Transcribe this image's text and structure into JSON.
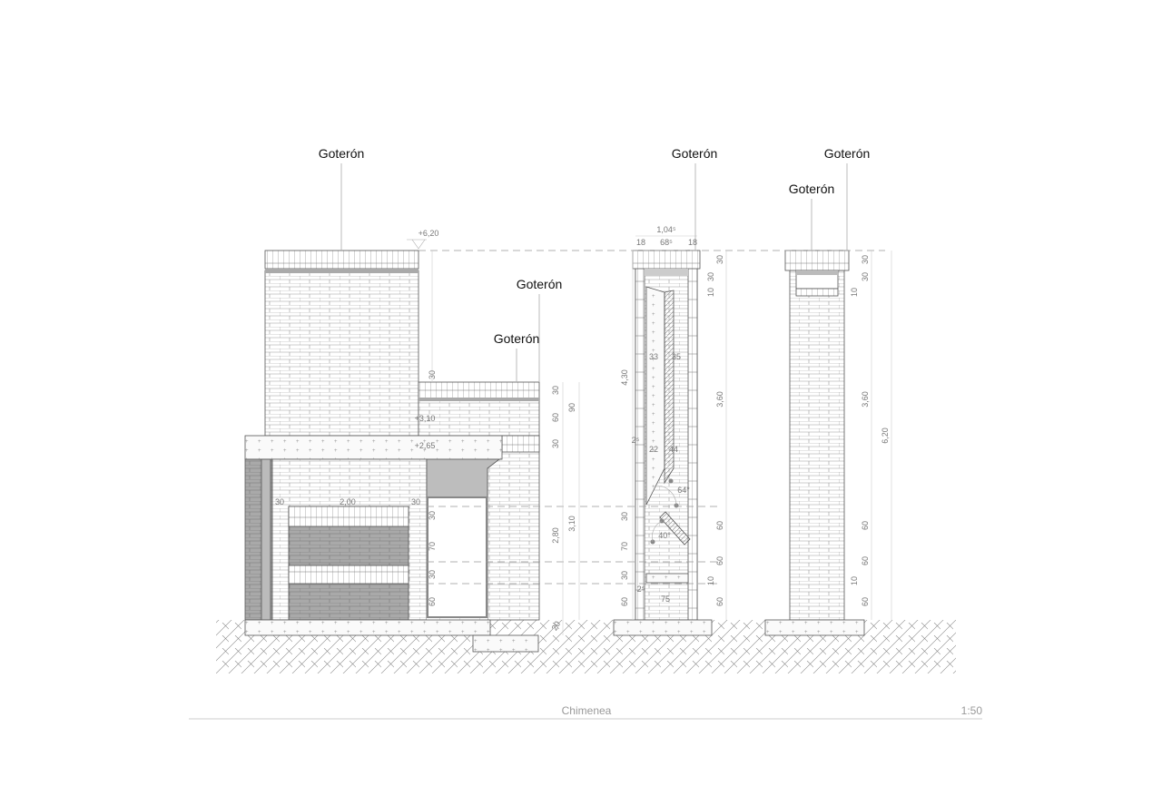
{
  "drawing": {
    "title": "Chimenea",
    "scale": "1:50",
    "callout_label": "Goterón",
    "callouts": [
      "Goterón",
      "Goterón",
      "Goterón",
      "Goterón",
      "Goterón",
      "Goterón"
    ],
    "levels": [
      "+6,20",
      "+3,10",
      "+2,65"
    ],
    "front_elevation_dims": [
      "30",
      "30",
      "60",
      "30",
      "90",
      "2,80",
      "3,10",
      "20",
      "30",
      "2,00",
      "30",
      "30",
      "70",
      "30",
      "60"
    ],
    "section_dims": [
      "1,04⁵",
      "18",
      "68⁵",
      "18",
      "30",
      "30",
      "10",
      "3,60",
      "60",
      "60",
      "10",
      "60",
      "4,30",
      "30",
      "70",
      "30",
      "60",
      "33",
      "35",
      "22",
      "44",
      "64°",
      "40°",
      "75",
      "2⁵",
      "2⁵"
    ],
    "side_elevation_dims": [
      "30",
      "30",
      "10",
      "3,60",
      "60",
      "60",
      "10",
      "60",
      "6,20"
    ]
  },
  "colors": {
    "line": "#555555",
    "brick_fill": "#ffffff",
    "dark_panel": "#a8a8a8",
    "hatch": "#888888",
    "caption": "#999999"
  }
}
